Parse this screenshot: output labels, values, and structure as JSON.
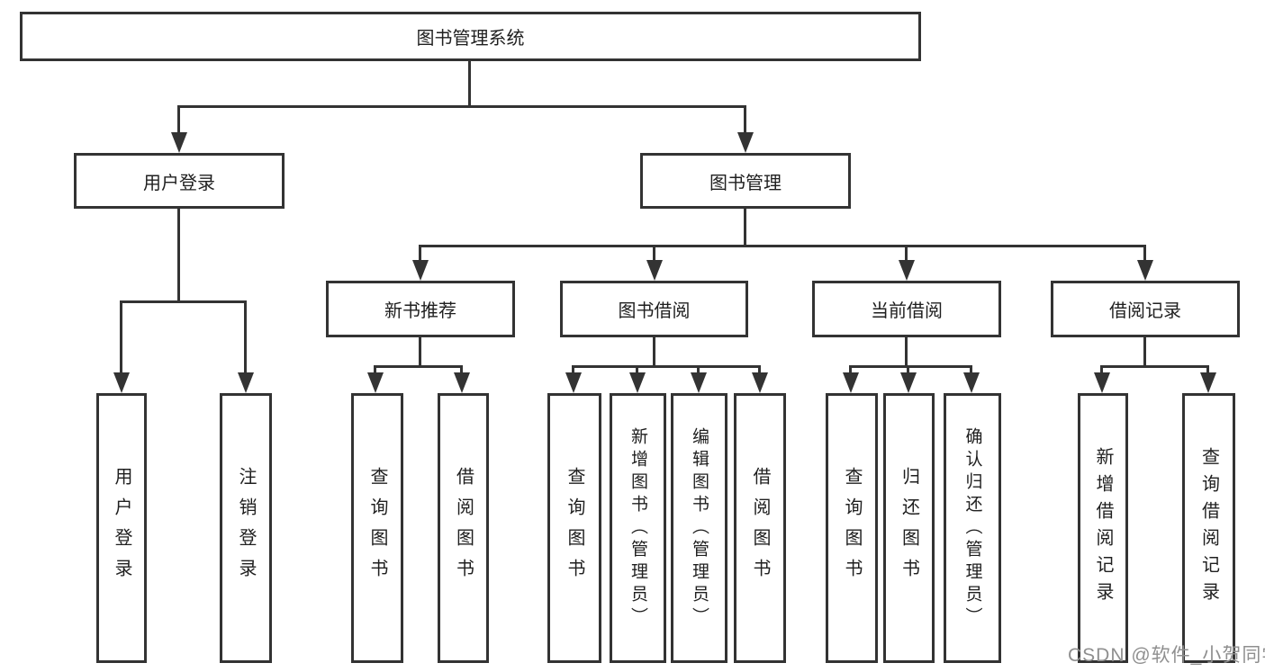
{
  "diagram": {
    "root": {
      "label": "图书管理系统"
    },
    "branches": [
      {
        "label": "用户登录",
        "children": [
          {
            "label": "用户登录"
          },
          {
            "label": "注销登录"
          }
        ]
      },
      {
        "label": "图书管理",
        "children": [
          {
            "label": "新书推荐",
            "children": [
              {
                "label": "查询图书"
              },
              {
                "label": "借阅图书"
              }
            ]
          },
          {
            "label": "图书借阅",
            "children": [
              {
                "label": "查询图书"
              },
              {
                "label": "新增图书（管理员）"
              },
              {
                "label": "编辑图书（管理员）"
              },
              {
                "label": "借阅图书"
              }
            ]
          },
          {
            "label": "当前借阅",
            "children": [
              {
                "label": "查询图书"
              },
              {
                "label": "归还图书"
              },
              {
                "label": "确认归还（管理员）"
              }
            ]
          },
          {
            "label": "借阅记录",
            "children": [
              {
                "label": "新增借阅记录"
              },
              {
                "label": "查询借阅记录"
              }
            ]
          }
        ]
      }
    ]
  },
  "watermark": {
    "text": "CSDN @软件_小贺同学"
  },
  "colors": {
    "line": "#333333",
    "text": "#1f1f1f",
    "watermark": "#8f8f8f",
    "background": "#ffffff"
  }
}
